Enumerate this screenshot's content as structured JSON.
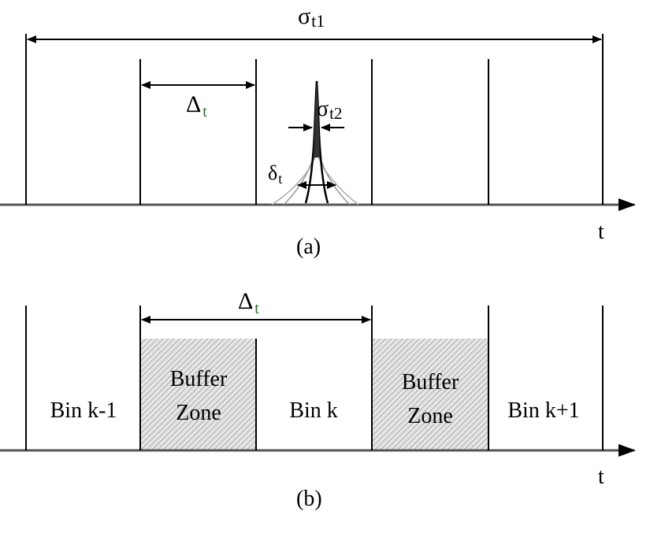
{
  "panel_a": {
    "sigma_t1": {
      "symbol": "σ",
      "sub": "t1"
    },
    "delta_t": {
      "symbol": "Δ",
      "sub": "t"
    },
    "sigma_t2": {
      "symbol": "σ",
      "sub": "t2"
    },
    "small_delta_t": {
      "symbol": "δ",
      "sub": "t"
    },
    "axis_label": "t",
    "caption": "(a)"
  },
  "panel_b": {
    "delta_t": {
      "symbol": "Δ",
      "sub": "t"
    },
    "bins": {
      "k_minus_1": "Bin k-1",
      "k": "Bin k",
      "k_plus_1": "Bin k+1"
    },
    "buffer_zone": {
      "line1": "Buffer",
      "line2": "Zone"
    },
    "axis_label": "t",
    "caption": "(b)"
  },
  "colors": {
    "line": "#000000",
    "axis": "#555555",
    "hatch": "#b5b5b5",
    "subscript_green": "#2e6b2e"
  }
}
